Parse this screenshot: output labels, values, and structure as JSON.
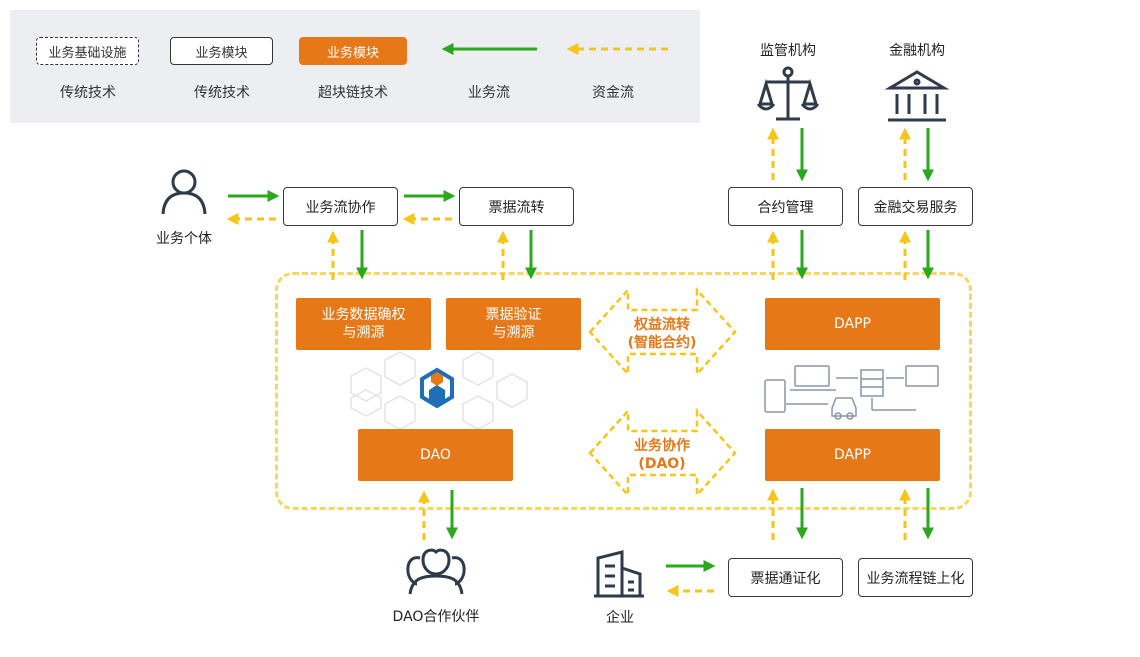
{
  "legend": {
    "items": [
      {
        "box": "业务基础设施",
        "caption": "传统技术"
      },
      {
        "box": "业务模块",
        "caption": "传统技术"
      },
      {
        "box": "业务模块",
        "caption": "超块链技术"
      },
      {
        "caption": "业务流"
      },
      {
        "caption": "资金流"
      }
    ]
  },
  "actors": {
    "individual": "业务个体",
    "regulator": "监管机构",
    "financial": "金融机构",
    "partner": "DAO合作伙伴",
    "enterprise": "企业"
  },
  "boxes": {
    "collab": "业务流协作",
    "bill_flow": "票据流转",
    "contract_mgmt": "合约管理",
    "fin_trade": "金融交易服务",
    "bill_token": "票据通证化",
    "flow_chain": "业务流程链上化"
  },
  "modules": {
    "data_rights": "业务数据确权\n与溯源",
    "bill_verify": "票据验证\n与溯源",
    "dao": "DAO",
    "dapp_top": "DAPP",
    "dapp_bottom": "DAPP"
  },
  "double_arrows": {
    "rights": "权益流转\n(智能合约)",
    "collab": "业务协作\n(DAO)"
  },
  "colors": {
    "orange": "#e67817",
    "green": "#2aa81e",
    "yellow": "#f5c518",
    "dark": "#2f3a4a"
  }
}
